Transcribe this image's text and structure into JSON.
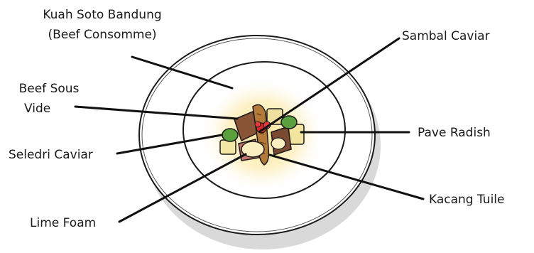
{
  "labels": {
    "soup": {
      "line1": "Kuah Soto Bandung",
      "line2": "(Beef Consomme)"
    },
    "beef": {
      "line1": "Beef Sous",
      "line2": "Vide"
    },
    "seledri": "Seledri Caviar",
    "lime": "Lime Foam",
    "sambal": "Sambal Caviar",
    "radish": "Pave Radish",
    "kacang": "Kacang Tuile"
  },
  "colors": {
    "leader": "#111111",
    "plate_rim": "#1a1a1a",
    "consomme": "#fdf3c4",
    "shadow": "#cfcfcf"
  }
}
